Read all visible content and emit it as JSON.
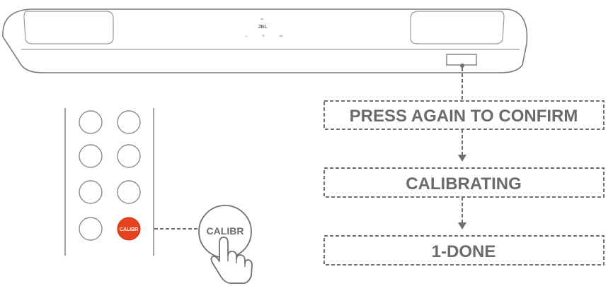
{
  "soundbar": {
    "brand": "JBL",
    "controls": [
      "–",
      "+",
      "∞"
    ]
  },
  "remote": {
    "highlight_button_label": "CALIBR",
    "highlight_color": "#e8431e"
  },
  "callout": {
    "label": "CALIBR"
  },
  "steps": [
    {
      "label": "PRESS AGAIN TO CONFIRM"
    },
    {
      "label": "CALIBRATING"
    },
    {
      "label": "1-DONE"
    }
  ],
  "colors": {
    "line": "#707070",
    "text": "#6b6b6b",
    "accent": "#e8431e"
  }
}
